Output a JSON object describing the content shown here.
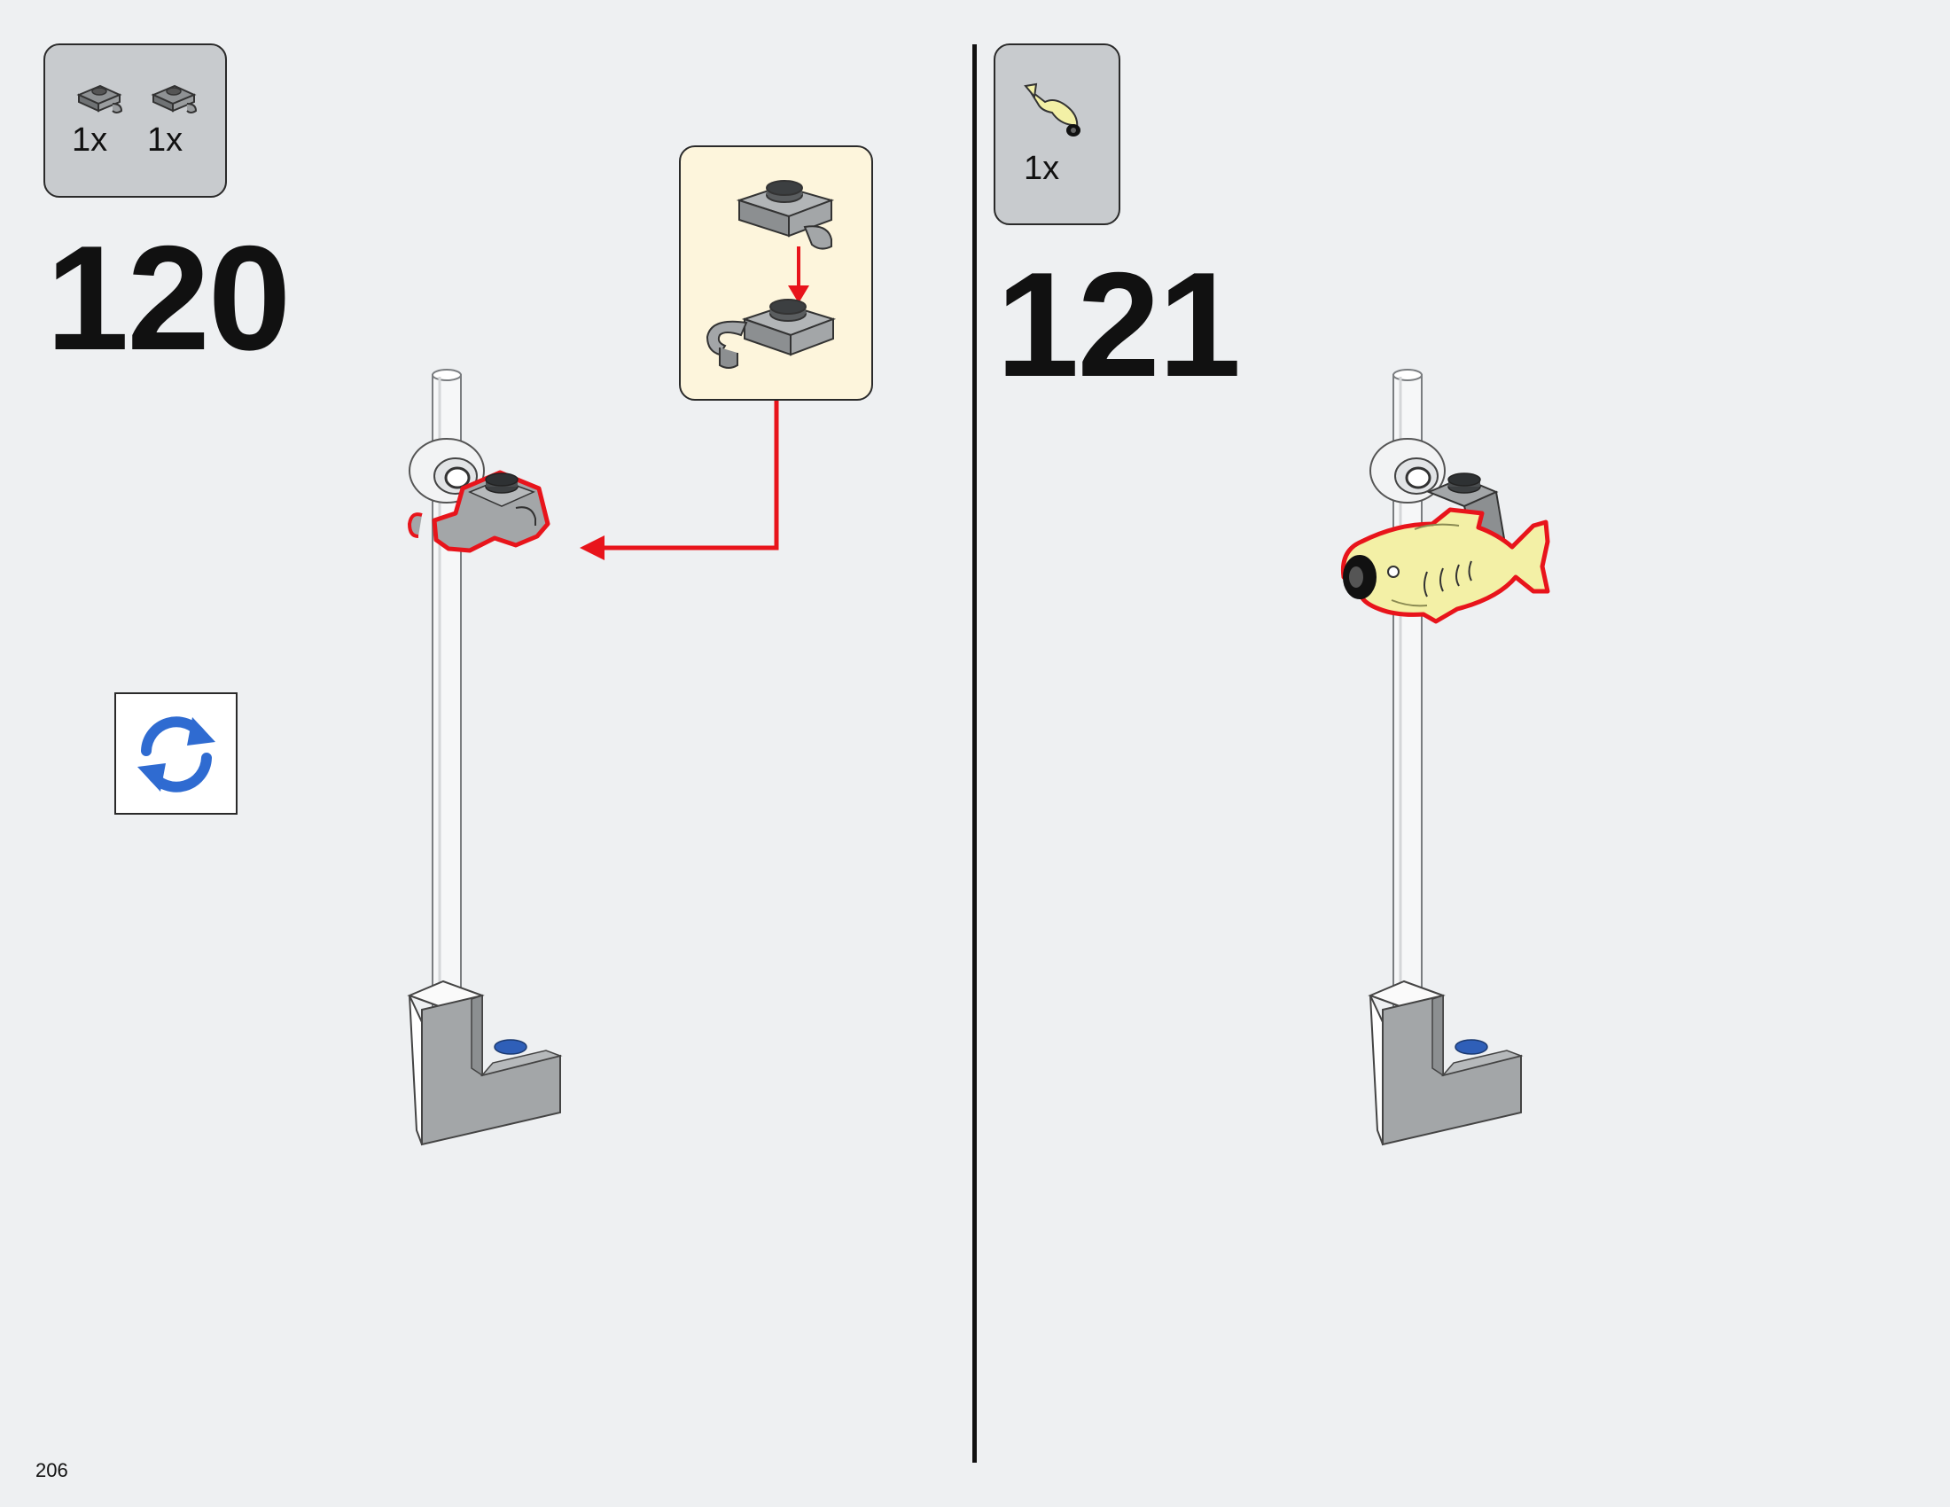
{
  "steps": [
    {
      "number": "120",
      "parts": [
        {
          "icon": "clip-plate-icon",
          "quantity": "1x"
        },
        {
          "icon": "clip-plate-icon",
          "quantity": "1x"
        }
      ],
      "callout": "sub-assembly-callout",
      "rotate_icon": "rotate-model-icon"
    },
    {
      "number": "121",
      "parts": [
        {
          "icon": "fish-icon",
          "quantity": "1x"
        }
      ]
    }
  ],
  "page_number": "206",
  "colors": {
    "background": "#eef0f2",
    "parts_box": "#c8cbce",
    "callout_bg": "#fdf5dc",
    "highlight": "#e8141b",
    "brick_gray": "#a3a6a8",
    "fish_yellow": "#f3f0a6",
    "rotate_blue": "#2f6bd1"
  }
}
